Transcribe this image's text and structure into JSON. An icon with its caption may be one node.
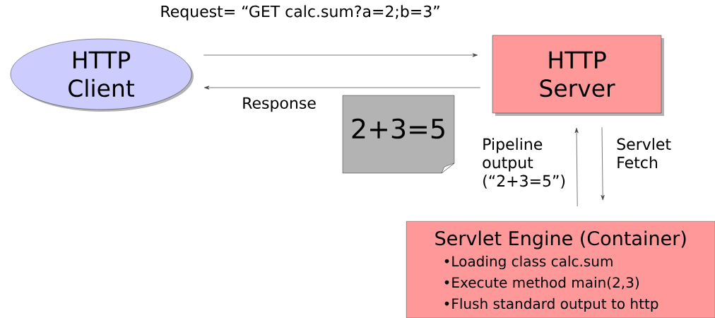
{
  "diagram": {
    "nodes": [
      {
        "text": [
          "HTTP Client"
        ]
      },
      {
        "text": [
          "HTTP Server"
        ]
      },
      {
        "text": [
          "2+3=5"
        ]
      },
      {
        "text": [
          "Servlet Engine (Container)",
          "•Loading class calc.sum",
          "•Execute method main(2,3)",
          "•Flush standard output to http"
        ]
      }
    ],
    "edges": [
      {
        "from": 0,
        "to": 1,
        "arrow": "to",
        "label": "Request= “GET calc.sum?a=2;b=3”"
      },
      {
        "from": 1,
        "to": 0,
        "arrow": "to",
        "label": "Response"
      },
      {
        "from": 3,
        "to": 1,
        "arrow": "to",
        "label": "Pipeline output (“2+3=5”)"
      },
      {
        "from": 1,
        "to": 3,
        "arrow": "to",
        "label": "Servlet Fetch"
      }
    ]
  }
}
